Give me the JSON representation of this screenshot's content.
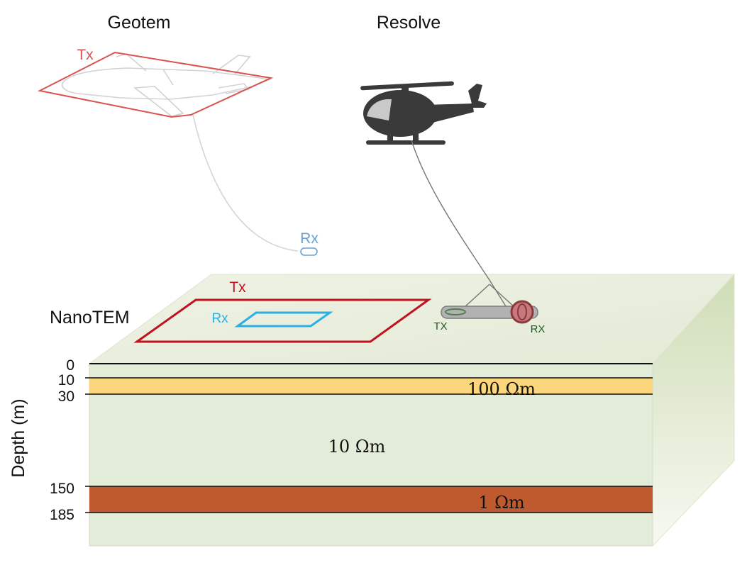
{
  "titles": {
    "geotem": "Geotem",
    "resolve": "Resolve",
    "nanotem": "NanoTEM"
  },
  "geotem": {
    "tx": "Tx",
    "rx": "Rx"
  },
  "nanotem": {
    "tx": "Tx",
    "rx": "Rx"
  },
  "resolve": {
    "tx": "TX",
    "rx": "RX"
  },
  "axis": {
    "label": "Depth (m)",
    "ticks": [
      "0",
      "10",
      "30",
      "150",
      "185"
    ]
  },
  "layers": {
    "top_resistive": "100 Ωm",
    "background": "10 Ωm",
    "conductor": "1 Ωm"
  },
  "colors": {
    "geotem_tx": "#d9534f",
    "geotem_rx": "#6a9fcf",
    "nano_tx": "#c0121f",
    "nano_rx": "#2ab0e4",
    "resolve_label": "#1e5a24",
    "layer_yellow": "#fcd67c",
    "layer_red": "#bf5a2e",
    "ground": "#e2ecd8",
    "ground_top": "#eaeedf"
  }
}
